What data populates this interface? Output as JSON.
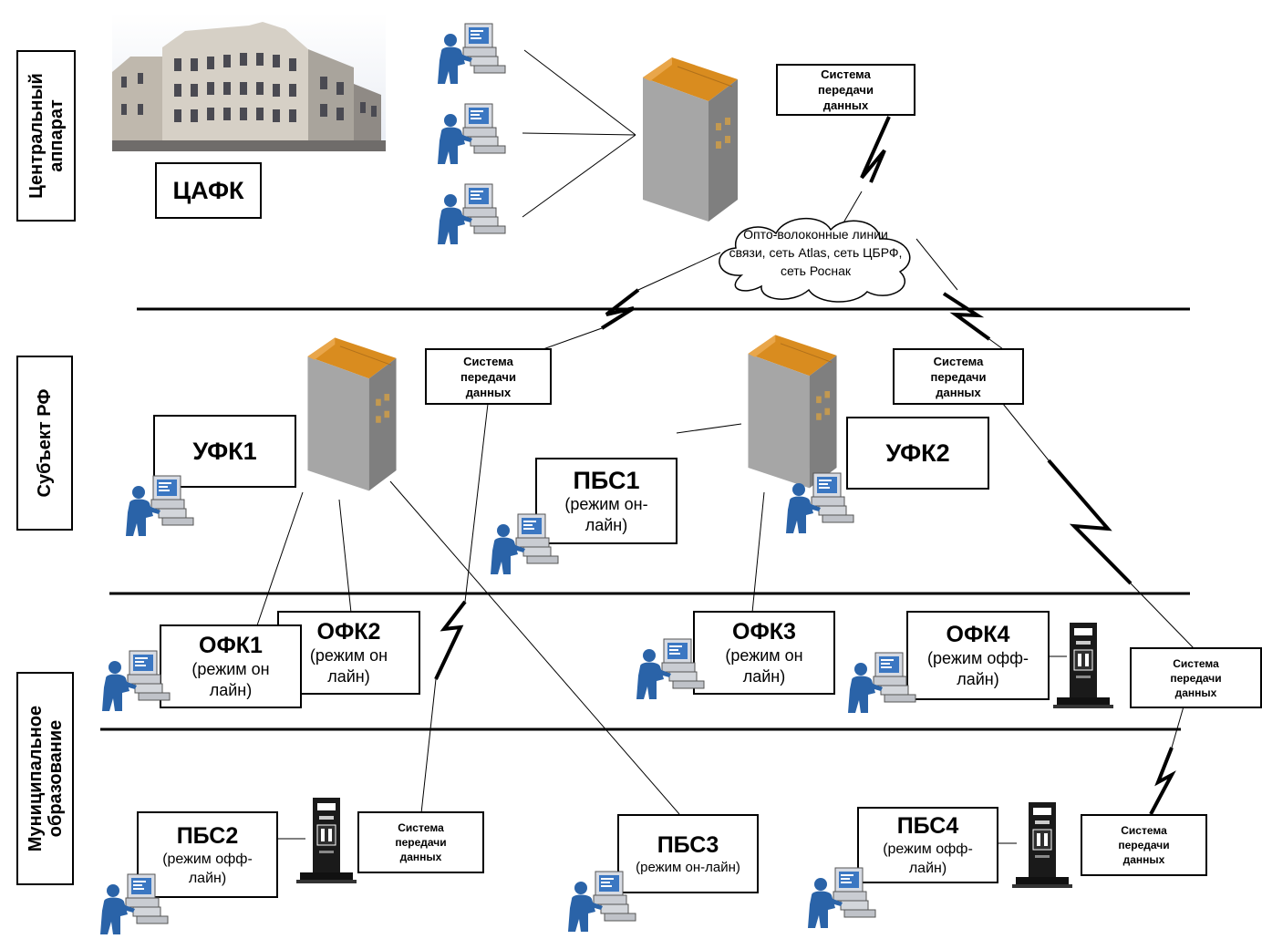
{
  "levels": {
    "central": "Центральный аппарат",
    "subject": "Субъект РФ",
    "municipal": "Муниципальное образование"
  },
  "nodes": {
    "cafk": "ЦАФК",
    "ufk1": "УФК1",
    "ufk2": "УФК2",
    "pbs1": {
      "title": "ПБС1",
      "mode": "(режим он-лайн)"
    },
    "ofk1": {
      "title": "ОФК1",
      "mode": "(режим он лайн)"
    },
    "ofk2": {
      "title": "ОФК2",
      "mode": "(режим он лайн)"
    },
    "ofk3": {
      "title": "ОФК3",
      "mode": "(режим он лайн)"
    },
    "ofk4": {
      "title": "ОФК4",
      "mode": "(режим офф-лайн)"
    },
    "pbs2": {
      "title": "ПБС2",
      "mode": "(режим офф-лайн)"
    },
    "pbs3": {
      "title": "ПБС3",
      "mode": "(режим он-лайн)"
    },
    "pbs4": {
      "title": "ПБС4",
      "mode": "(режим офф-лайн)"
    }
  },
  "transmission_label": "Система передачи данных",
  "network_cloud": "Опто-волоконные линии связи, сеть Atlas, сеть ЦБРФ, сеть Роснак",
  "colors": {
    "server_top": "#d98c1f",
    "server_body": "#9c9c9c",
    "user": "#2a63a8"
  }
}
